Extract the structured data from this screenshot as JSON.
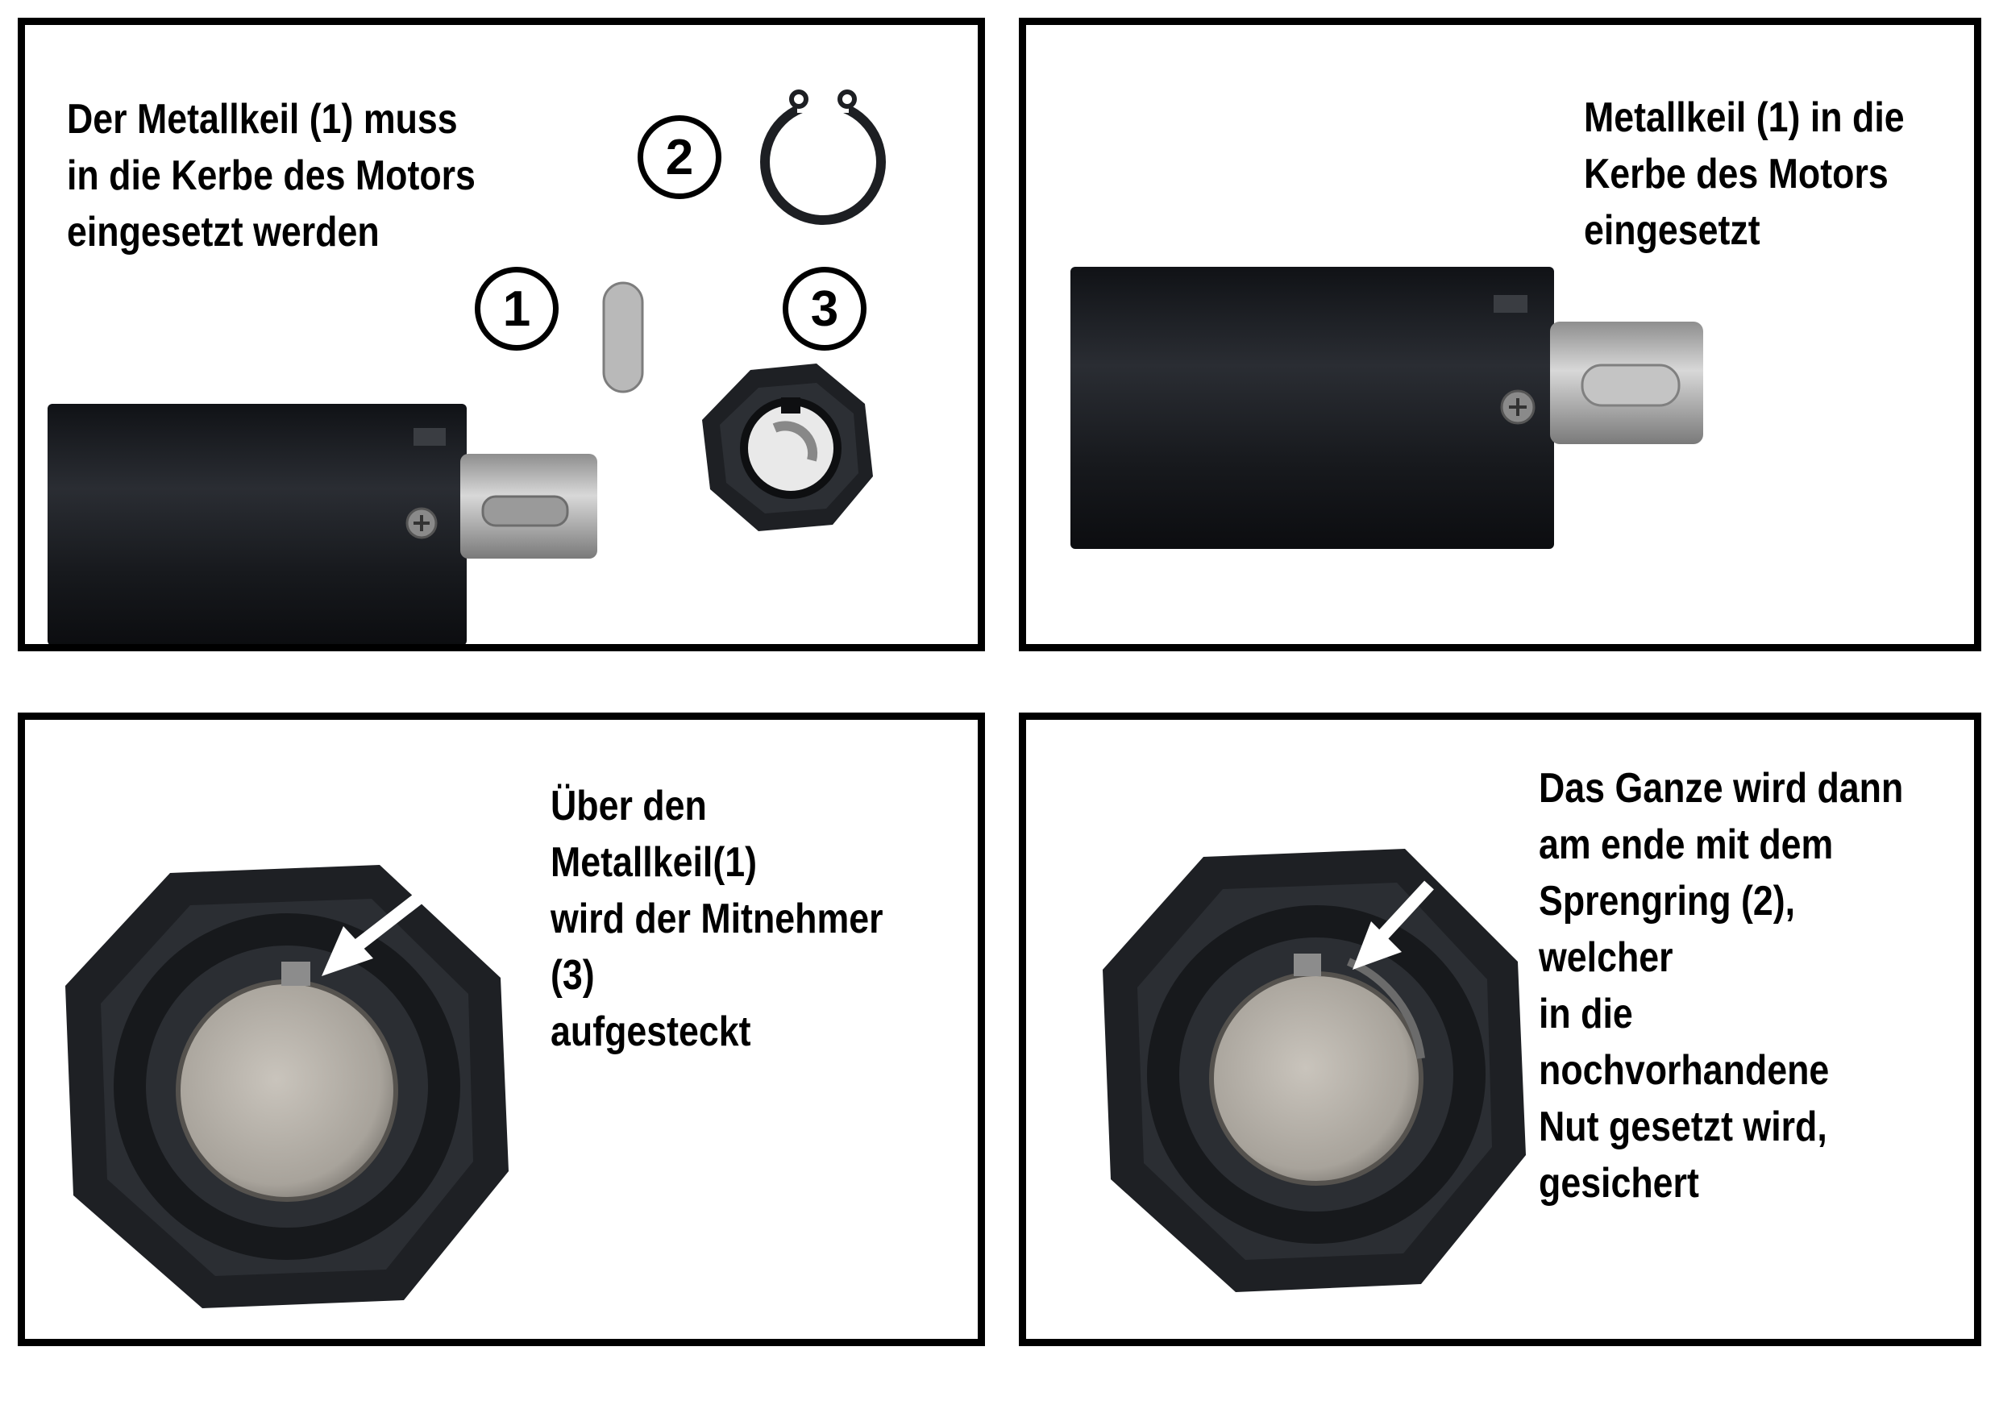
{
  "panels": {
    "p1": {
      "caption": "Der Metallkeil (1) muss\nin die Kerbe des Motors\neingesetzt werden",
      "badges": [
        "1",
        "2",
        "3"
      ]
    },
    "p2": {
      "caption": "Metallkeil (1) in die\nKerbe des Motors\neingesetzt"
    },
    "p3": {
      "caption": "Über den Metallkeil(1)\nwird der Mitnehmer (3)\naufgesteckt"
    },
    "p4": {
      "caption": "Das Ganze wird dann\nam ende mit dem\nSprengring (2), welcher\nin die nochvorhandene\nNut gesetzt wird,\ngesichert"
    }
  },
  "colors": {
    "frame": "#000000",
    "motor": "#16181c",
    "metal": "#b8b8b8",
    "adapter": "#1e2024"
  }
}
